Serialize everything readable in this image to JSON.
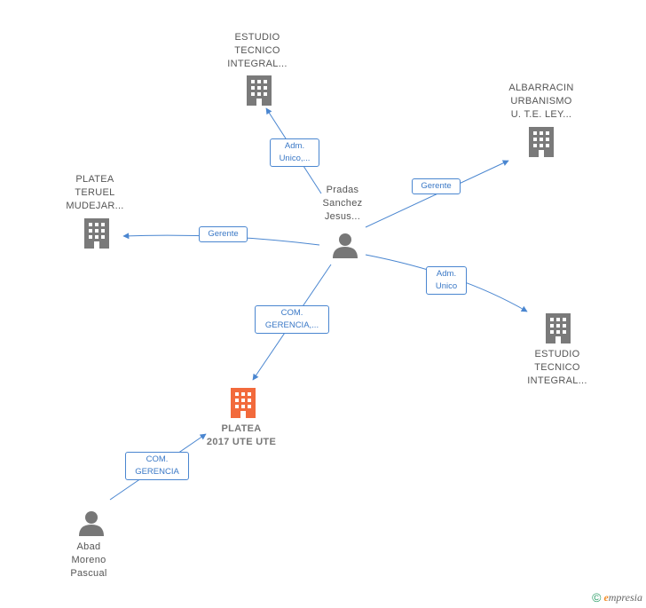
{
  "nodes": {
    "center_person": {
      "label": [
        "Pradas",
        "Sanchez",
        "Jesus..."
      ]
    },
    "estudio_top": {
      "label": [
        "ESTUDIO",
        "TECNICO",
        "INTEGRAL..."
      ]
    },
    "albarracin": {
      "label": [
        "ALBARRACIN",
        "URBANISMO",
        "U. T.E. LEY..."
      ]
    },
    "platea_teruel": {
      "label": [
        "PLATEA",
        "TERUEL",
        "MUDEJAR..."
      ]
    },
    "estudio_bottom": {
      "label": [
        "ESTUDIO",
        "TECNICO",
        "INTEGRAL..."
      ]
    },
    "platea_2017": {
      "label": [
        "PLATEA",
        "2017 UTE UTE"
      ]
    },
    "abad_person": {
      "label": [
        "Abad",
        "Moreno",
        "Pascual"
      ]
    }
  },
  "edges": {
    "to_estudio_top": [
      "Adm.",
      "Unico,..."
    ],
    "to_albarracin": [
      "Gerente"
    ],
    "to_platea_teruel": [
      "Gerente"
    ],
    "to_estudio_bottom": [
      "Adm.",
      "Unico"
    ],
    "to_platea_2017": [
      "COM.",
      "GERENCIA,..."
    ],
    "abad_to_platea_2017": [
      "COM.",
      "GERENCIA"
    ]
  },
  "colors": {
    "company": "#7a7a7a",
    "company_main": "#f26a3c",
    "person": "#777777",
    "edge": "#4a86d0"
  },
  "footer": {
    "copyright": "©",
    "brand_initial": "e",
    "brand_rest": "mpresia"
  }
}
